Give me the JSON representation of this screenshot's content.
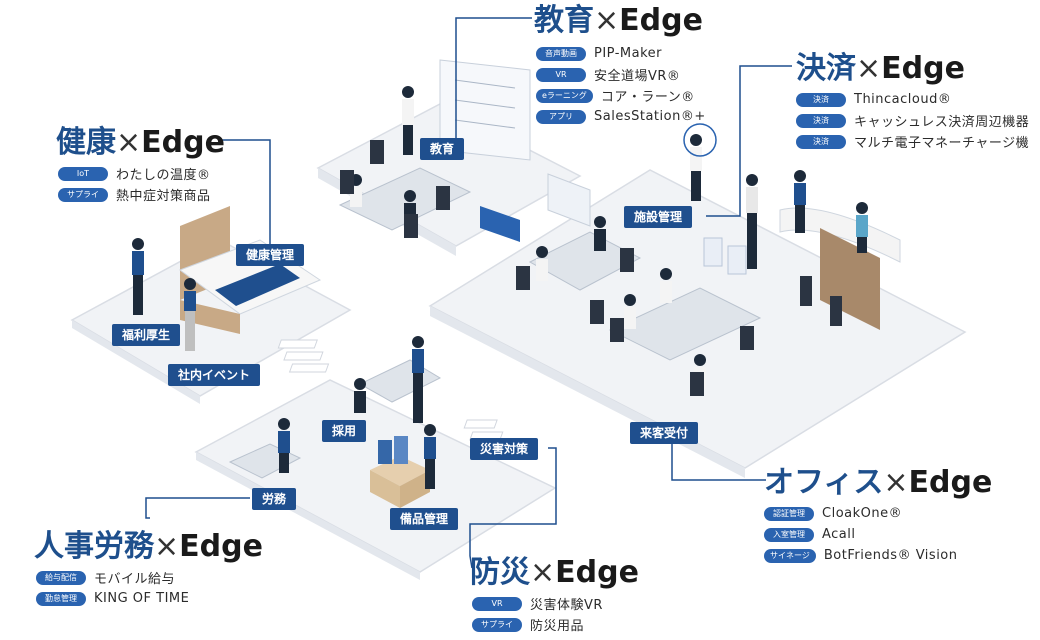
{
  "colors": {
    "accent": "#1f4f8e",
    "pill": "#2a63b0",
    "floor": "#eef1f5",
    "text": "#2b2b2b"
  },
  "sections": {
    "education": {
      "title": "教育",
      "mark": "×",
      "edge": "Edge",
      "items": [
        {
          "tag": "音声動画",
          "label": "PIP-Maker"
        },
        {
          "tag": "VR",
          "label": "安全道場VR®"
        },
        {
          "tag": "eラーニング",
          "label": "コア・ラーン®"
        },
        {
          "tag": "アプリ",
          "label": "SalesStation®+"
        }
      ]
    },
    "payment": {
      "title": "決済",
      "mark": "×",
      "edge": "Edge",
      "items": [
        {
          "tag": "決済",
          "label": "Thincacloud®"
        },
        {
          "tag": "決済",
          "label": "キャッシュレス決済周辺機器"
        },
        {
          "tag": "決済",
          "label": "マルチ電子マネーチャージ機"
        }
      ]
    },
    "health": {
      "title": "健康",
      "mark": "×",
      "edge": "Edge",
      "items": [
        {
          "tag": "IoT",
          "label": "わたしの温度®"
        },
        {
          "tag": "サプライ",
          "label": "熱中症対策商品"
        }
      ]
    },
    "office": {
      "title": "オフィス",
      "mark": "×",
      "edge": "Edge",
      "items": [
        {
          "tag": "認証管理",
          "label": "CloakOne®"
        },
        {
          "tag": "入室管理",
          "label": "Acall"
        },
        {
          "tag": "サイネージ",
          "label": "BotFriends® Vision"
        }
      ]
    },
    "hr": {
      "title": "人事労務",
      "mark": "×",
      "edge": "Edge",
      "items": [
        {
          "tag": "給与配信",
          "label": "モバイル給与"
        },
        {
          "tag": "勤怠管理",
          "label": "KING OF TIME"
        }
      ]
    },
    "disaster": {
      "title": "防災",
      "mark": "×",
      "edge": "Edge",
      "items": [
        {
          "tag": "VR",
          "label": "災害体験VR"
        },
        {
          "tag": "サプライ",
          "label": "防災用品"
        }
      ]
    }
  },
  "tags": {
    "kyoiku": "教育",
    "shisetsu": "施設管理",
    "kenko": "健康管理",
    "fukuri": "福利厚生",
    "shanai": "社内イベント",
    "saiyo": "採用",
    "saigai": "災害対策",
    "raikyaku": "来客受付",
    "romu": "労務",
    "bihin": "備品管理"
  }
}
